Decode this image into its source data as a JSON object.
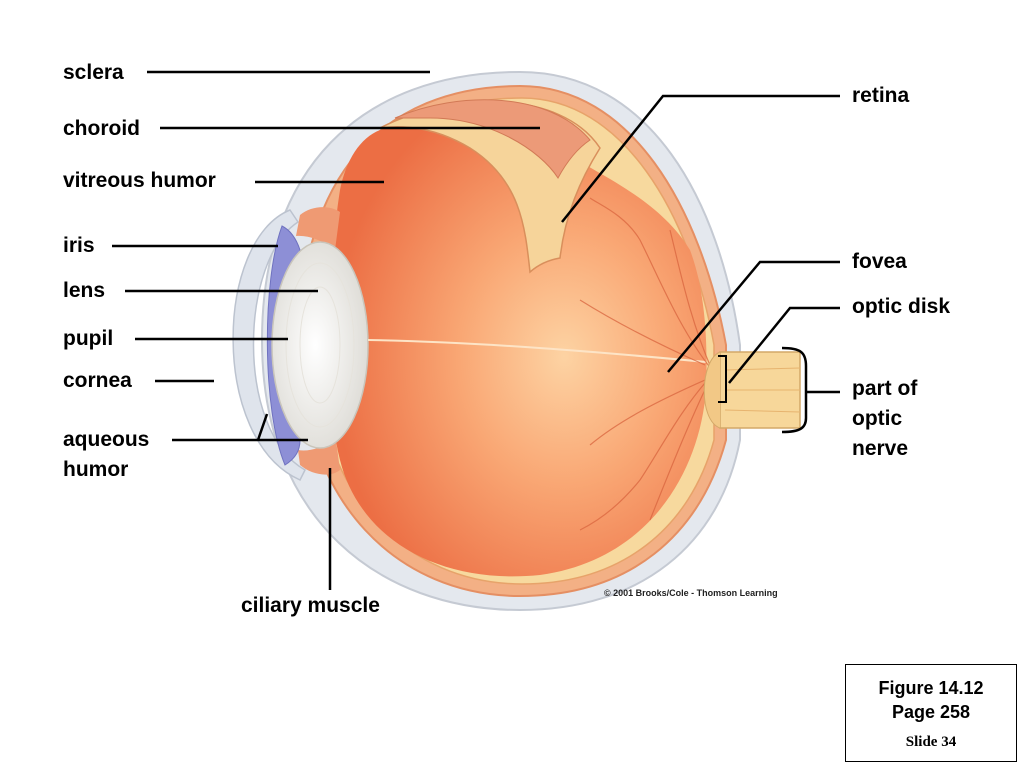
{
  "labels": {
    "sclera": "sclera",
    "choroid": "choroid",
    "vitreous_humor": "vitreous humor",
    "iris": "iris",
    "lens": "lens",
    "pupil": "pupil",
    "cornea": "cornea",
    "aqueous_humor_1": "aqueous",
    "aqueous_humor_2": "humor",
    "ciliary_muscle": "ciliary muscle",
    "retina": "retina",
    "fovea": "fovea",
    "optic_disk": "optic disk",
    "optic_nerve_1": "part of",
    "optic_nerve_2": "optic",
    "optic_nerve_3": "nerve"
  },
  "copyright": "© 2001 Brooks/Cole - Thomson Learning",
  "figure": {
    "figure_line": "Figure 14.12",
    "page_line": "Page 258",
    "slide_line": "Slide 34"
  },
  "colors": {
    "vitreous": "#f4875a",
    "vitreous_light": "#fcc79b",
    "sclera": "#e6e9ef",
    "choroid": "#f0a079",
    "iris": "#8d8fd6",
    "lens": "#f3f1ec",
    "nerve": "#f7d79a"
  }
}
